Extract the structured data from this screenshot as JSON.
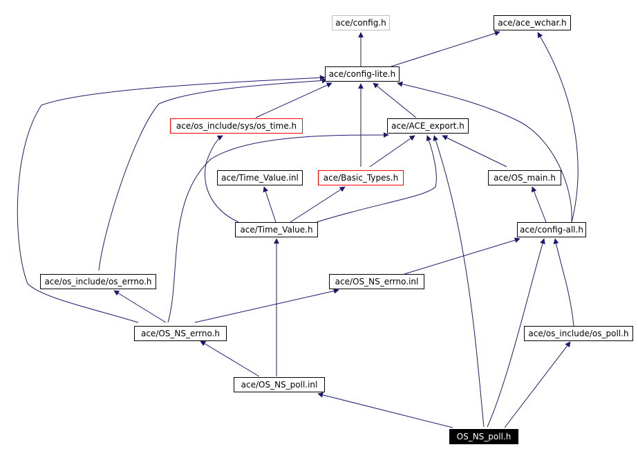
{
  "colors": {
    "edge": "#191970",
    "arrowhead": "#191970",
    "node_border": "#000000",
    "node_border_incomplete": "#bfbfbf",
    "node_border_truncated": "#ff0000",
    "current_node_fill": "#000000",
    "current_node_text": "#ffffff"
  },
  "nodes": {
    "config_h": "ace/config.h",
    "ace_wchar_h": "ace/ace_wchar.h",
    "config_lite_h": "ace/config-lite.h",
    "os_time_h": "ace/os_include/sys/os_time.h",
    "ace_export_h": "ace/ACE_export.h",
    "time_value_inl": "ace/Time_Value.inl",
    "basic_types_h": "ace/Basic_Types.h",
    "os_main_h": "ace/OS_main.h",
    "time_value_h": "ace/Time_Value.h",
    "config_all_h": "ace/config-all.h",
    "os_errno_h": "ace/os_include/os_errno.h",
    "os_ns_errno_inl": "ace/OS_NS_errno.inl",
    "os_ns_errno_h": "ace/OS_NS_errno.h",
    "os_poll_h": "ace/os_include/os_poll.h",
    "os_ns_poll_inl": "ace/OS_NS_poll.inl",
    "os_ns_poll_h": "OS_NS_poll.h"
  }
}
